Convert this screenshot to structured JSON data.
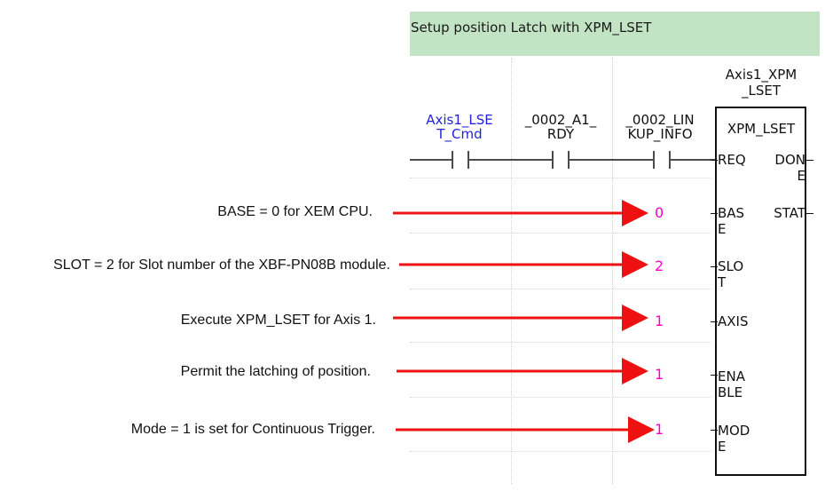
{
  "banner": {
    "title": "Setup position Latch with XPM_LSET",
    "bg_color": "#c3e3c5"
  },
  "contacts": [
    {
      "label": "Axis1_LSE\nT_Cmd",
      "color": "#2222dd"
    },
    {
      "label": "_0002_A1_\nRDY",
      "color": "#111111"
    },
    {
      "label": "_0002_LIN\nKUP_INFO",
      "color": "#111111"
    }
  ],
  "function_block": {
    "instance": "Axis1_XPM\n_LSET",
    "name": "XPM_LSET",
    "inputs": [
      {
        "label": "REQ"
      },
      {
        "label": "BAS\nE",
        "value": "0"
      },
      {
        "label": "SLO\nT",
        "value": "2"
      },
      {
        "label": "AXIS",
        "value": "1"
      },
      {
        "label": "ENA\nBLE",
        "value": "1"
      },
      {
        "label": "MOD\nE",
        "value": "1"
      }
    ],
    "outputs": [
      {
        "label": "DON\nE"
      },
      {
        "label": "STAT"
      }
    ]
  },
  "annotations": [
    "BASE = 0 for XEM CPU.",
    "SLOT = 2 for Slot number of the XBF-PN08B module.",
    "Execute XPM_LSET for Axis 1.",
    "Permit the latching of position.",
    "Mode = 1 is set for Continuous Trigger."
  ],
  "colors": {
    "arrow": "#ee1111",
    "value": "#ff00cc",
    "tag_blue": "#2222dd"
  }
}
